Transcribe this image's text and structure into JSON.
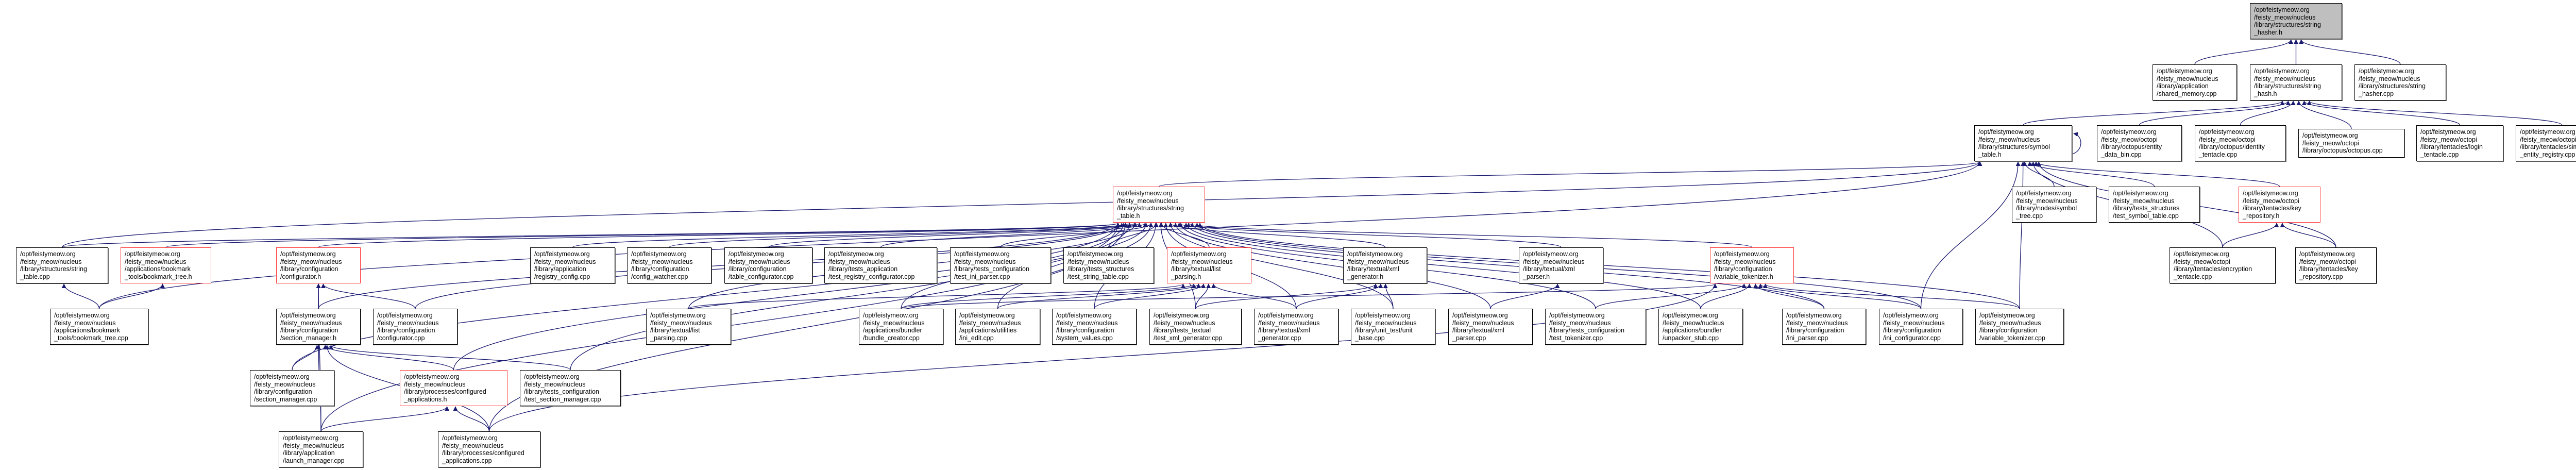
{
  "colors": {
    "edge": "#191970",
    "highlight_border": "#ff3333",
    "root_fill": "#bfbfbf"
  },
  "nodes": [
    {
      "id": "string_hasher_h",
      "label": "/opt/feistymeow.org\n/feisty_meow/nucleus\n/library/structures/string\n_hasher.h",
      "style": "root"
    },
    {
      "id": "shared_memory",
      "label": "/opt/feistymeow.org\n/feisty_meow/nucleus\n/library/application\n/shared_memory.cpp"
    },
    {
      "id": "string_hash_h",
      "label": "/opt/feistymeow.org\n/feisty_meow/nucleus\n/library/structures/string\n_hash.h"
    },
    {
      "id": "string_hasher_cpp",
      "label": "/opt/feistymeow.org\n/feisty_meow/nucleus\n/library/structures/string\n_hasher.cpp"
    },
    {
      "id": "symbol_table_h",
      "label": "/opt/feistymeow.org\n/feisty_meow/nucleus\n/library/structures/symbol\n_table.h"
    },
    {
      "id": "entity_data_bin",
      "label": "/opt/feistymeow.org\n/feisty_meow/octopi\n/library/octopus/entity\n_data_bin.cpp"
    },
    {
      "id": "identity_tentacle",
      "label": "/opt/feistymeow.org\n/feisty_meow/octopi\n/library/octopus/identity\n_tentacle.cpp"
    },
    {
      "id": "octopus_cpp",
      "label": "/opt/feistymeow.org\n/feisty_meow/octopi\n/library/octopus/octopus.cpp"
    },
    {
      "id": "login_tentacle",
      "label": "/opt/feistymeow.org\n/feisty_meow/octopi\n/library/tentacles/login\n_tentacle.cpp"
    },
    {
      "id": "simple_entity_registry",
      "label": "/opt/feistymeow.org\n/feisty_meow/octopi\n/library/tentacles/simple\n_entity_registry.cpp"
    },
    {
      "id": "string_table_h",
      "label": "/opt/feistymeow.org\n/feisty_meow/nucleus\n/library/structures/string\n_table.h",
      "style": "red"
    },
    {
      "id": "symbol_tree",
      "label": "/opt/feistymeow.org\n/feisty_meow/nucleus\n/library/nodes/symbol\n_tree.cpp"
    },
    {
      "id": "test_symbol_table",
      "label": "/opt/feistymeow.org\n/feisty_meow/nucleus\n/library/tests_structures\n/test_symbol_table.cpp"
    },
    {
      "id": "key_repository_h",
      "label": "/opt/feistymeow.org\n/feisty_meow/octopi\n/library/tentacles/key\n_repository.h",
      "style": "red"
    },
    {
      "id": "string_table_cpp",
      "label": "/opt/feistymeow.org\n/feisty_meow/nucleus\n/library/structures/string\n_table.cpp"
    },
    {
      "id": "bookmark_tree_h",
      "label": "/opt/feistymeow.org\n/feisty_meow/nucleus\n/applications/bookmark\n_tools/bookmark_tree.h",
      "style": "red"
    },
    {
      "id": "configurator_h",
      "label": "/opt/feistymeow.org\n/feisty_meow/nucleus\n/library/configuration\n/configurator.h",
      "style": "red"
    },
    {
      "id": "registry_config",
      "label": "/opt/feistymeow.org\n/feisty_meow/nucleus\n/library/application\n/registry_config.cpp"
    },
    {
      "id": "config_watcher",
      "label": "/opt/feistymeow.org\n/feisty_meow/nucleus\n/library/configuration\n/config_watcher.cpp"
    },
    {
      "id": "table_configurator",
      "label": "/opt/feistymeow.org\n/feisty_meow/nucleus\n/library/configuration\n/table_configurator.cpp"
    },
    {
      "id": "test_registry_configurator",
      "label": "/opt/feistymeow.org\n/feisty_meow/nucleus\n/library/tests_application\n/test_registry_configurator.cpp"
    },
    {
      "id": "test_ini_parser",
      "label": "/opt/feistymeow.org\n/feisty_meow/nucleus\n/library/tests_configuration\n/test_ini_parser.cpp"
    },
    {
      "id": "test_string_table",
      "label": "/opt/feistymeow.org\n/feisty_meow/nucleus\n/library/tests_structures\n/test_string_table.cpp"
    },
    {
      "id": "list_parsing_h",
      "label": "/opt/feistymeow.org\n/feisty_meow/nucleus\n/library/textual/list\n_parsing.h",
      "style": "red"
    },
    {
      "id": "xml_generator_h",
      "label": "/opt/feistymeow.org\n/feisty_meow/nucleus\n/library/textual/xml\n_generator.h"
    },
    {
      "id": "xml_parser_h",
      "label": "/opt/feistymeow.org\n/feisty_meow/nucleus\n/library/textual/xml\n_parser.h"
    },
    {
      "id": "variable_tokenizer_h",
      "label": "/opt/feistymeow.org\n/feisty_meow/nucleus\n/library/configuration\n/variable_tokenizer.h",
      "style": "red"
    },
    {
      "id": "encryption_tentacle",
      "label": "/opt/feistymeow.org\n/feisty_meow/octopi\n/library/tentacles/encryption\n_tentacle.cpp"
    },
    {
      "id": "key_repository_cpp",
      "label": "/opt/feistymeow.org\n/feisty_meow/octopi\n/library/tentacles/key\n_repository.cpp"
    },
    {
      "id": "bookmark_tree_cpp",
      "label": "/opt/feistymeow.org\n/feisty_meow/nucleus\n/applications/bookmark\n_tools/bookmark_tree.cpp"
    },
    {
      "id": "section_manager_h",
      "label": "/opt/feistymeow.org\n/feisty_meow/nucleus\n/library/configuration\n/section_manager.h"
    },
    {
      "id": "configurator_cpp",
      "label": "/opt/feistymeow.org\n/feisty_meow/nucleus\n/library/configuration\n/configurator.cpp"
    },
    {
      "id": "list_parsing_cpp",
      "label": "/opt/feistymeow.org\n/feisty_meow/nucleus\n/library/textual/list\n_parsing.cpp"
    },
    {
      "id": "bundle_creator",
      "label": "/opt/feistymeow.org\n/feisty_meow/nucleus\n/applications/bundler\n/bundle_creator.cpp"
    },
    {
      "id": "ini_edit",
      "label": "/opt/feistymeow.org\n/feisty_meow/nucleus\n/applications/utilities\n/ini_edit.cpp"
    },
    {
      "id": "system_values",
      "label": "/opt/feistymeow.org\n/feisty_meow/nucleus\n/library/configuration\n/system_values.cpp"
    },
    {
      "id": "test_xml_generator",
      "label": "/opt/feistymeow.org\n/feisty_meow/nucleus\n/library/tests_textual\n/test_xml_generator.cpp"
    },
    {
      "id": "xml_generator_cpp",
      "label": "/opt/feistymeow.org\n/feisty_meow/nucleus\n/library/textual/xml\n_generator.cpp"
    },
    {
      "id": "unit_base",
      "label": "/opt/feistymeow.org\n/feisty_meow/nucleus\n/library/unit_test/unit\n_base.cpp"
    },
    {
      "id": "xml_parser_cpp",
      "label": "/opt/feistymeow.org\n/feisty_meow/nucleus\n/library/textual/xml\n_parser.cpp"
    },
    {
      "id": "test_tokenizer",
      "label": "/opt/feistymeow.org\n/feisty_meow/nucleus\n/library/tests_configuration\n/test_tokenizer.cpp"
    },
    {
      "id": "unpacker_stub",
      "label": "/opt/feistymeow.org\n/feisty_meow/nucleus\n/applications/bundler\n/unpacker_stub.cpp"
    },
    {
      "id": "ini_parser",
      "label": "/opt/feistymeow.org\n/feisty_meow/nucleus\n/library/configuration\n/ini_parser.cpp"
    },
    {
      "id": "ini_configurator",
      "label": "/opt/feistymeow.org\n/feisty_meow/nucleus\n/library/configuration\n/ini_configurator.cpp"
    },
    {
      "id": "variable_tokenizer_cpp",
      "label": "/opt/feistymeow.org\n/feisty_meow/nucleus\n/library/configuration\n/variable_tokenizer.cpp"
    },
    {
      "id": "section_manager_cpp",
      "label": "/opt/feistymeow.org\n/feisty_meow/nucleus\n/library/configuration\n/section_manager.cpp"
    },
    {
      "id": "configured_applications_h",
      "label": "/opt/feistymeow.org\n/feisty_meow/nucleus\n/library/processes/configured\n_applications.h",
      "style": "red"
    },
    {
      "id": "test_section_manager",
      "label": "/opt/feistymeow.org\n/feisty_meow/nucleus\n/library/tests_configuration\n/test_section_manager.cpp"
    },
    {
      "id": "launch_manager",
      "label": "/opt/feistymeow.org\n/feisty_meow/nucleus\n/library/application\n/launch_manager.cpp"
    },
    {
      "id": "configured_applications_cpp",
      "label": "/opt/feistymeow.org\n/feisty_meow/nucleus\n/library/processes/configured\n_applications.cpp"
    }
  ],
  "edges": [
    [
      "shared_memory",
      "string_hasher_h"
    ],
    [
      "string_hash_h",
      "string_hasher_h"
    ],
    [
      "string_hasher_cpp",
      "string_hasher_h"
    ],
    [
      "symbol_table_h",
      "string_hash_h"
    ],
    [
      "entity_data_bin",
      "string_hash_h"
    ],
    [
      "identity_tentacle",
      "string_hash_h"
    ],
    [
      "octopus_cpp",
      "string_hash_h"
    ],
    [
      "login_tentacle",
      "string_hash_h"
    ],
    [
      "simple_entity_registry",
      "string_hash_h"
    ],
    [
      "symbol_table_h",
      "symbol_table_h"
    ],
    [
      "string_table_h",
      "symbol_table_h"
    ],
    [
      "symbol_tree",
      "symbol_table_h"
    ],
    [
      "test_symbol_table",
      "symbol_table_h"
    ],
    [
      "key_repository_h",
      "symbol_table_h"
    ],
    [
      "string_table_cpp",
      "symbol_table_h"
    ],
    [
      "bookmark_tree_cpp",
      "symbol_table_h"
    ],
    [
      "ini_configurator",
      "symbol_table_h"
    ],
    [
      "variable_tokenizer_cpp",
      "symbol_table_h"
    ],
    [
      "encryption_tentacle",
      "symbol_table_h"
    ],
    [
      "key_repository_cpp",
      "symbol_table_h"
    ],
    [
      "string_table_cpp",
      "string_table_h"
    ],
    [
      "bookmark_tree_h",
      "string_table_h"
    ],
    [
      "configurator_h",
      "string_table_h"
    ],
    [
      "section_manager_h",
      "string_table_h"
    ],
    [
      "configurator_cpp",
      "string_table_h"
    ],
    [
      "section_manager_cpp",
      "string_table_h"
    ],
    [
      "configured_applications_h",
      "string_table_h"
    ],
    [
      "launch_manager",
      "string_table_h"
    ],
    [
      "registry_config",
      "string_table_h"
    ],
    [
      "config_watcher",
      "string_table_h"
    ],
    [
      "table_configurator",
      "string_table_h"
    ],
    [
      "test_registry_configurator",
      "string_table_h"
    ],
    [
      "test_ini_parser",
      "string_table_h"
    ],
    [
      "test_string_table",
      "string_table_h"
    ],
    [
      "list_parsing_h",
      "string_table_h"
    ],
    [
      "list_parsing_cpp",
      "string_table_h"
    ],
    [
      "xml_generator_h",
      "string_table_h"
    ],
    [
      "xml_parser_h",
      "string_table_h"
    ],
    [
      "variable_tokenizer_h",
      "string_table_h"
    ],
    [
      "bundle_creator",
      "string_table_h"
    ],
    [
      "ini_edit",
      "string_table_h"
    ],
    [
      "system_values",
      "string_table_h"
    ],
    [
      "test_xml_generator",
      "string_table_h"
    ],
    [
      "xml_generator_cpp",
      "string_table_h"
    ],
    [
      "unit_base",
      "string_table_h"
    ],
    [
      "xml_parser_cpp",
      "string_table_h"
    ],
    [
      "test_tokenizer",
      "string_table_h"
    ],
    [
      "ini_parser",
      "string_table_h"
    ],
    [
      "ini_configurator",
      "string_table_h"
    ],
    [
      "variable_tokenizer_cpp",
      "string_table_h"
    ],
    [
      "configured_applications_cpp",
      "string_table_h"
    ],
    [
      "test_section_manager",
      "string_table_h"
    ],
    [
      "unpacker_stub",
      "string_table_h"
    ],
    [
      "bookmark_tree_cpp",
      "bookmark_tree_h"
    ],
    [
      "bookmark_tree_cpp",
      "string_table_cpp"
    ],
    [
      "section_manager_h",
      "configurator_h"
    ],
    [
      "configurator_cpp",
      "configurator_h"
    ],
    [
      "launch_manager",
      "configurator_h"
    ],
    [
      "section_manager_cpp",
      "section_manager_h"
    ],
    [
      "launch_manager",
      "section_manager_h"
    ],
    [
      "configured_applications_h",
      "section_manager_h"
    ],
    [
      "configured_applications_cpp",
      "section_manager_h"
    ],
    [
      "test_section_manager",
      "section_manager_h"
    ],
    [
      "launch_manager",
      "configured_applications_h"
    ],
    [
      "configured_applications_cpp",
      "configured_applications_h"
    ],
    [
      "list_parsing_cpp",
      "list_parsing_h"
    ],
    [
      "bundle_creator",
      "list_parsing_h"
    ],
    [
      "ini_edit",
      "list_parsing_h"
    ],
    [
      "system_values",
      "list_parsing_h"
    ],
    [
      "test_xml_generator",
      "list_parsing_h"
    ],
    [
      "xml_generator_cpp",
      "list_parsing_h"
    ],
    [
      "test_xml_generator",
      "xml_generator_h"
    ],
    [
      "xml_generator_cpp",
      "xml_generator_h"
    ],
    [
      "unit_base",
      "xml_generator_h"
    ],
    [
      "xml_parser_cpp",
      "xml_parser_h"
    ],
    [
      "ini_parser",
      "variable_tokenizer_h"
    ],
    [
      "ini_configurator",
      "variable_tokenizer_h"
    ],
    [
      "variable_tokenizer_cpp",
      "variable_tokenizer_h"
    ],
    [
      "unpacker_stub",
      "variable_tokenizer_h"
    ],
    [
      "test_tokenizer",
      "variable_tokenizer_h"
    ],
    [
      "bundle_creator",
      "variable_tokenizer_h"
    ],
    [
      "configured_applications_cpp",
      "variable_tokenizer_h"
    ],
    [
      "encryption_tentacle",
      "key_repository_h"
    ],
    [
      "key_repository_cpp",
      "key_repository_h"
    ]
  ]
}
